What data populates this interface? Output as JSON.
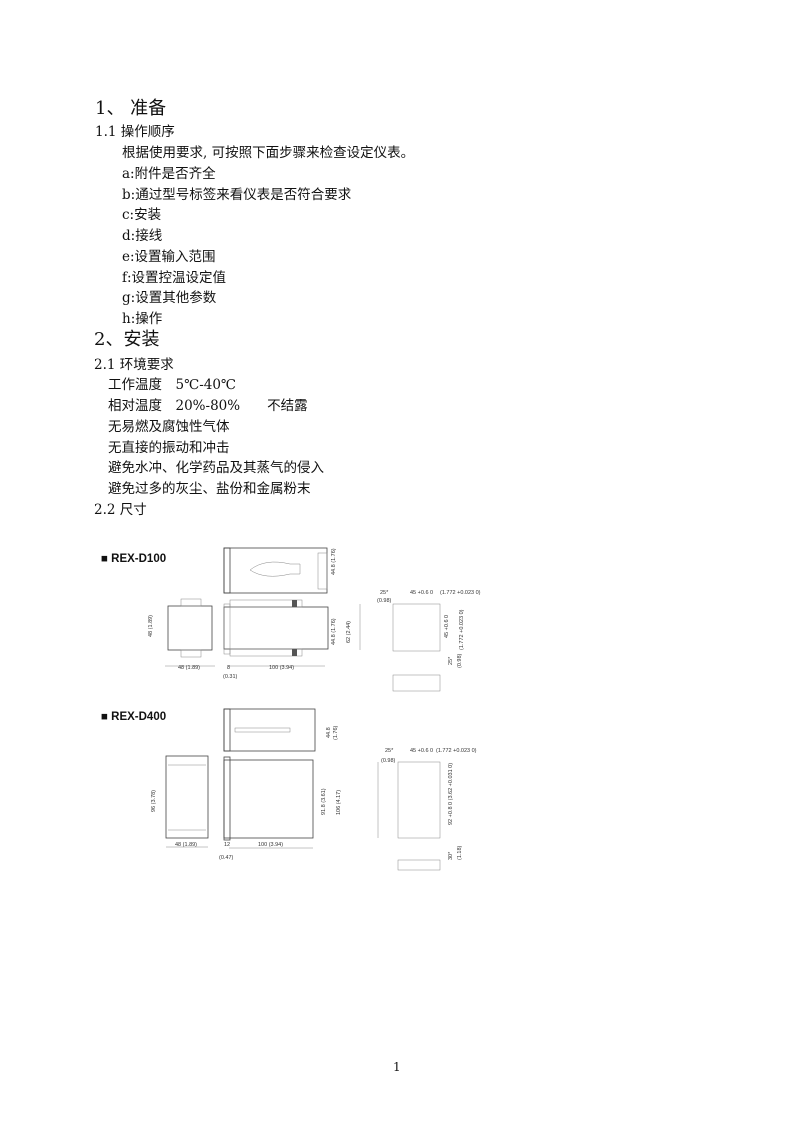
{
  "section1": {
    "heading": "1、 准备",
    "sub": "1.1 操作顺序",
    "intro": "根据使用要求, 可按照下面步骤来检查设定仪表。",
    "steps": [
      "a:附件是否齐全",
      "b:通过型号标签来看仪表是否符合要求",
      "c:安装",
      "d:接线",
      "e:设置输入范围",
      "f:设置控温设定值",
      "g:设置其他参数",
      "h:操作"
    ]
  },
  "section2": {
    "heading": "2、安装",
    "sub1": "2.1 环境要求",
    "env": [
      "工作温度　5℃-40℃",
      "相对温度　20%-80%　　不结露",
      "无易燃及腐蚀性气体",
      "无直接的振动和冲击",
      "避免水冲、化学药品及其蒸气的侵入",
      "避免过多的灰尘、盐份和金属粉末"
    ],
    "sub2": "2.2 尺寸"
  },
  "figures": {
    "d100": {
      "label": "■ REX-D100",
      "dims": [
        "44.8 (1.76)",
        "48 (1.89)",
        "48 (1.89)",
        "8",
        "(0.31)",
        "100 (3.94)",
        "44.8 (1.76)",
        "62 (2.44)",
        "25*",
        "(0.98)",
        "45 +0.6 0",
        "(1.772 +0.023 0)",
        "45 +0.6 0",
        "(1.772 +0.023 0)",
        "25*",
        "(0.98)"
      ]
    },
    "d400": {
      "label": "■ REX-D400",
      "dims": [
        "44.8",
        "(1.76)",
        "96 (3.78)",
        "48 (1.89)",
        "12",
        "(0.47)",
        "100 (3.94)",
        "91.8 (3.61)",
        "106 (4.17)",
        "25*",
        "(0.98)",
        "45 +0.6 0",
        "(1.772 +0.023 0)",
        "92 +0.8 0 (3.62 +0.031 0)",
        "30*",
        "(1.18)"
      ]
    }
  },
  "page_number": "1"
}
